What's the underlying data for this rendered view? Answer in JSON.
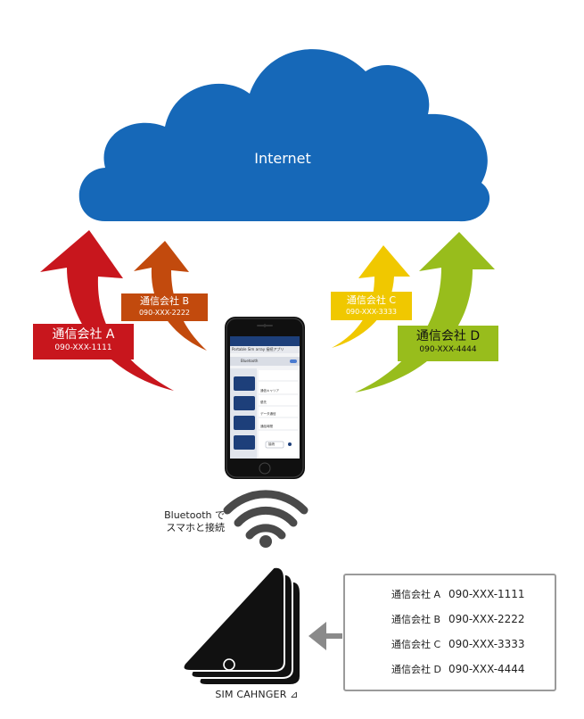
{
  "cloud": {
    "label": "Internet",
    "color": "#1668b8"
  },
  "carriers": [
    {
      "id": "a",
      "name": "通信会社 A",
      "number": "090-XXX-1111",
      "color": "#c8161d"
    },
    {
      "id": "b",
      "name": "通信会社 B",
      "number": "090-XXX-2222",
      "color": "#c24a0d"
    },
    {
      "id": "c",
      "name": "通信会社 C",
      "number": "090-XXX-3333",
      "color": "#f0c800"
    },
    {
      "id": "d",
      "name": "通信会社 D",
      "number": "090-XXX-4444",
      "color": "#98bd1c"
    }
  ],
  "phone": {
    "app_title": "Portable Sim array 接続アプリ",
    "bluetooth_label": "Bluetooth",
    "menu_items": [
      "通信キャリア",
      "優先",
      "データ通信",
      "通話時間"
    ],
    "button_label": "接続"
  },
  "bluetooth": {
    "line1": "Bluetooth で",
    "line2": "スマホと接続"
  },
  "device": {
    "caption": "SIM CAHNGER ⊿"
  },
  "sim_list": {
    "rows": [
      {
        "name": "通信会社 A",
        "number": "090-XXX-1111",
        "color": "#c8161d"
      },
      {
        "name": "通信会社 B",
        "number": "090-XXX-2222",
        "color": "#c24a0d"
      },
      {
        "name": "通信会社 C",
        "number": "090-XXX-3333",
        "color": "#f0c800"
      },
      {
        "name": "通信会社 D",
        "number": "090-XXX-4444",
        "color": "#98bd1c"
      }
    ]
  }
}
